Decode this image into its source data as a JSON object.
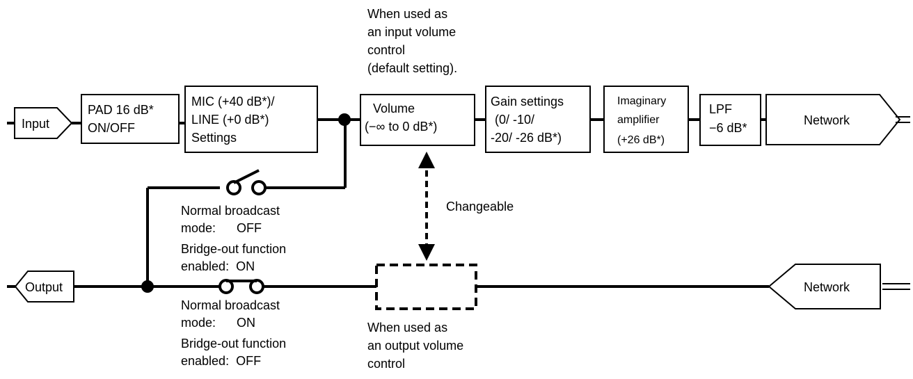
{
  "blocks": {
    "input": "Input",
    "pad": [
      "PAD 16 dB*",
      "ON/OFF"
    ],
    "mic_line": [
      "MIC (+40 dB*)/",
      "LINE (+0 dB*)",
      "Settings"
    ],
    "volume": [
      "Volume",
      "(−∞ to 0 dB*)"
    ],
    "gain": [
      "Gain settings",
      "(0/ -10/",
      "-20/ -26 dB*)"
    ],
    "amp": [
      "Imaginary",
      "amplifier",
      "(+26 dB*)"
    ],
    "lpf": [
      "LPF",
      "−6 dB*"
    ],
    "network_in": "Network",
    "output": "Output",
    "network_out": "Network"
  },
  "notes": {
    "input_volume": [
      "When used as",
      "an input volume",
      "control",
      "(default setting)."
    ],
    "changeable": "Changeable",
    "switch_top": [
      "Normal broadcast",
      "mode:      OFF",
      "Bridge-out function",
      "enabled:  ON"
    ],
    "switch_bottom": [
      "Normal broadcast",
      "mode:      ON",
      "Bridge-out function",
      "enabled:  OFF"
    ],
    "output_volume": [
      "When used as",
      "an output volume",
      "control"
    ]
  }
}
